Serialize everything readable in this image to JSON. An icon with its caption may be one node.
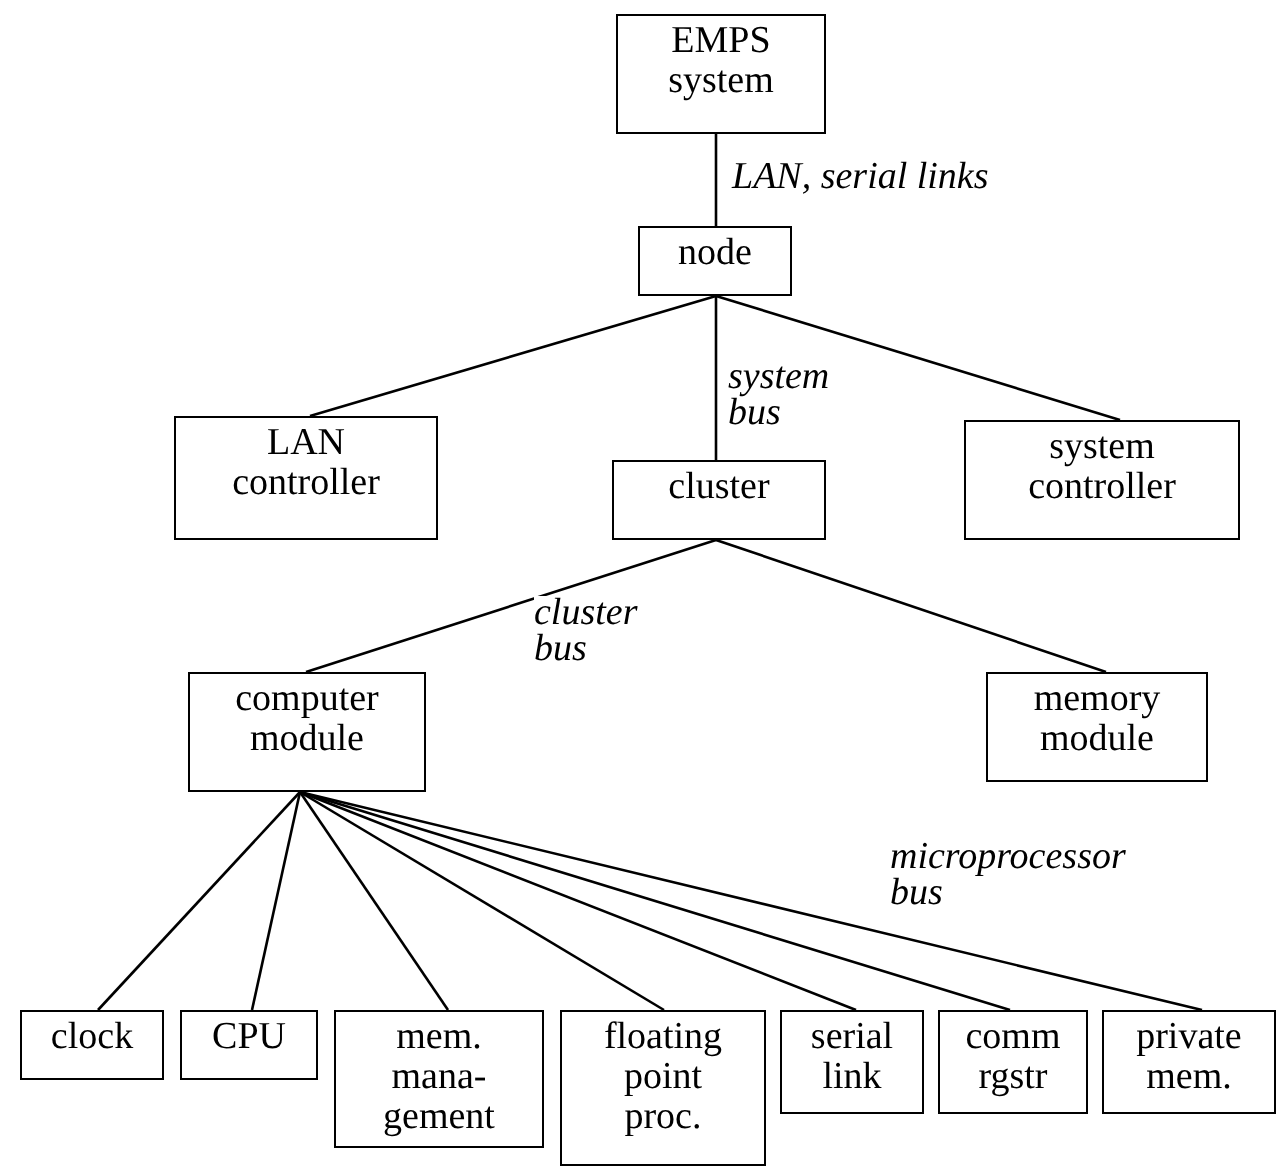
{
  "diagram": {
    "nodes": [
      {
        "text": [
          "EMPS system"
        ]
      },
      {
        "text": [
          "node"
        ]
      },
      {
        "text": [
          "LAN controller"
        ]
      },
      {
        "text": [
          "cluster"
        ]
      },
      {
        "text": [
          "system controller"
        ]
      },
      {
        "text": [
          "computer module"
        ]
      },
      {
        "text": [
          "memory module"
        ]
      },
      {
        "text": [
          "clock"
        ]
      },
      {
        "text": [
          "CPU"
        ]
      },
      {
        "text": [
          "mem. mana- gement"
        ]
      },
      {
        "text": [
          "floating point proc."
        ]
      },
      {
        "text": [
          "serial link"
        ]
      },
      {
        "text": [
          "comm rgstr"
        ]
      },
      {
        "text": [
          "private mem."
        ]
      }
    ],
    "edges": [
      {
        "from": 0,
        "to": 1,
        "arrow": "none",
        "label": "LAN, serial links"
      },
      {
        "from": 1,
        "to": 2,
        "arrow": "none"
      },
      {
        "from": 1,
        "to": 3,
        "arrow": "none",
        "label": "system bus"
      },
      {
        "from": 1,
        "to": 4,
        "arrow": "none"
      },
      {
        "from": 3,
        "to": 5,
        "arrow": "none",
        "label": "cluster bus"
      },
      {
        "from": 3,
        "to": 6,
        "arrow": "none"
      },
      {
        "from": 5,
        "to": 7,
        "arrow": "none"
      },
      {
        "from": 5,
        "to": 8,
        "arrow": "none"
      },
      {
        "from": 5,
        "to": 9,
        "arrow": "none"
      },
      {
        "from": 5,
        "to": 10,
        "arrow": "none"
      },
      {
        "from": 5,
        "to": 11,
        "arrow": "none"
      },
      {
        "from": 5,
        "to": 12,
        "arrow": "none"
      },
      {
        "from": 5,
        "to": 13,
        "arrow": "none"
      }
    ],
    "labels": [
      "microprocessor bus"
    ]
  }
}
